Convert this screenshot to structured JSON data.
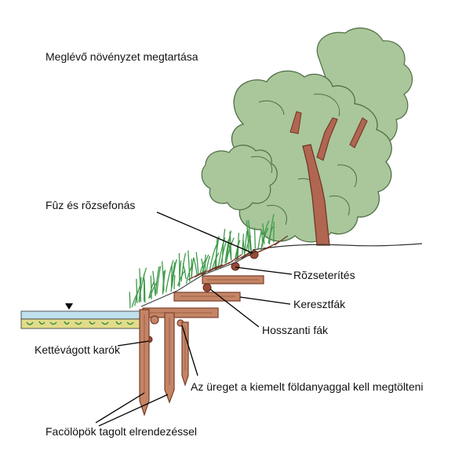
{
  "labels": {
    "top": "Meglévő növényzet megtartása",
    "willow": "Fûz és rõzsefonás",
    "brush": "Rõzseterítés",
    "cross": "Keresztfák",
    "long": "Hosszanti fák",
    "split": "Kettévágott karók",
    "cavity": "Az üreget a kiemelt földanyaggal kell megtölteni",
    "piles": "Facölöpök tagolt elrendezéssel"
  },
  "colors": {
    "foliage": "#a9c79a",
    "foliage_dark": "#7fa774",
    "trunk": "#b06650",
    "wood": "#c48566",
    "wood_dark": "#7a3f2a",
    "water": "#bfe0ec",
    "grass": "#3f9a4a",
    "sediment": "#e2dc8a",
    "leader": "#000000"
  }
}
